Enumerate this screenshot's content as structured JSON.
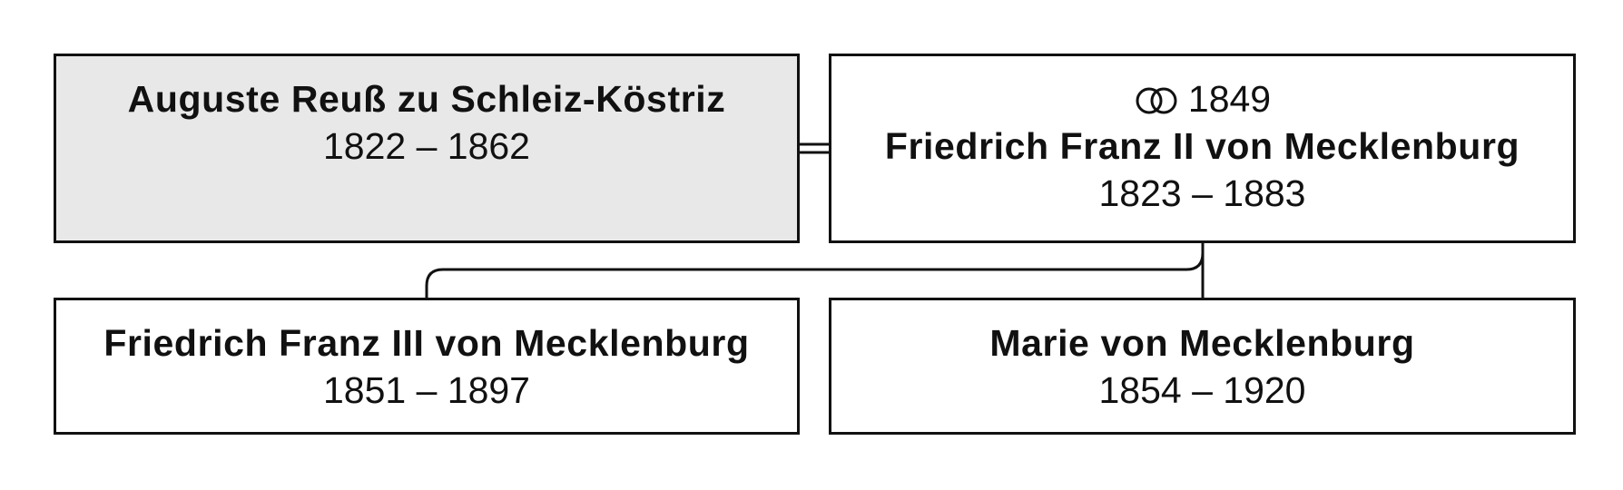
{
  "persons": {
    "auguste": {
      "name": "Auguste Reuß zu Schleiz-Köstriz",
      "dates": "1822 – 1862"
    },
    "ff2": {
      "marriage_year": "1849",
      "name": "Friedrich Franz II von Mecklenburg",
      "dates": "1823 – 1883"
    },
    "ff3": {
      "name": "Friedrich Franz III von Mecklenburg",
      "dates": "1851 – 1897"
    },
    "marie": {
      "name": "Marie von Mecklenburg",
      "dates": "1854 – 1920"
    }
  },
  "icons": {
    "marriage": "wedding-rings-icon"
  },
  "colors": {
    "highlight_box": "#e8e8e8",
    "border": "#111111",
    "background": "#ffffff"
  }
}
